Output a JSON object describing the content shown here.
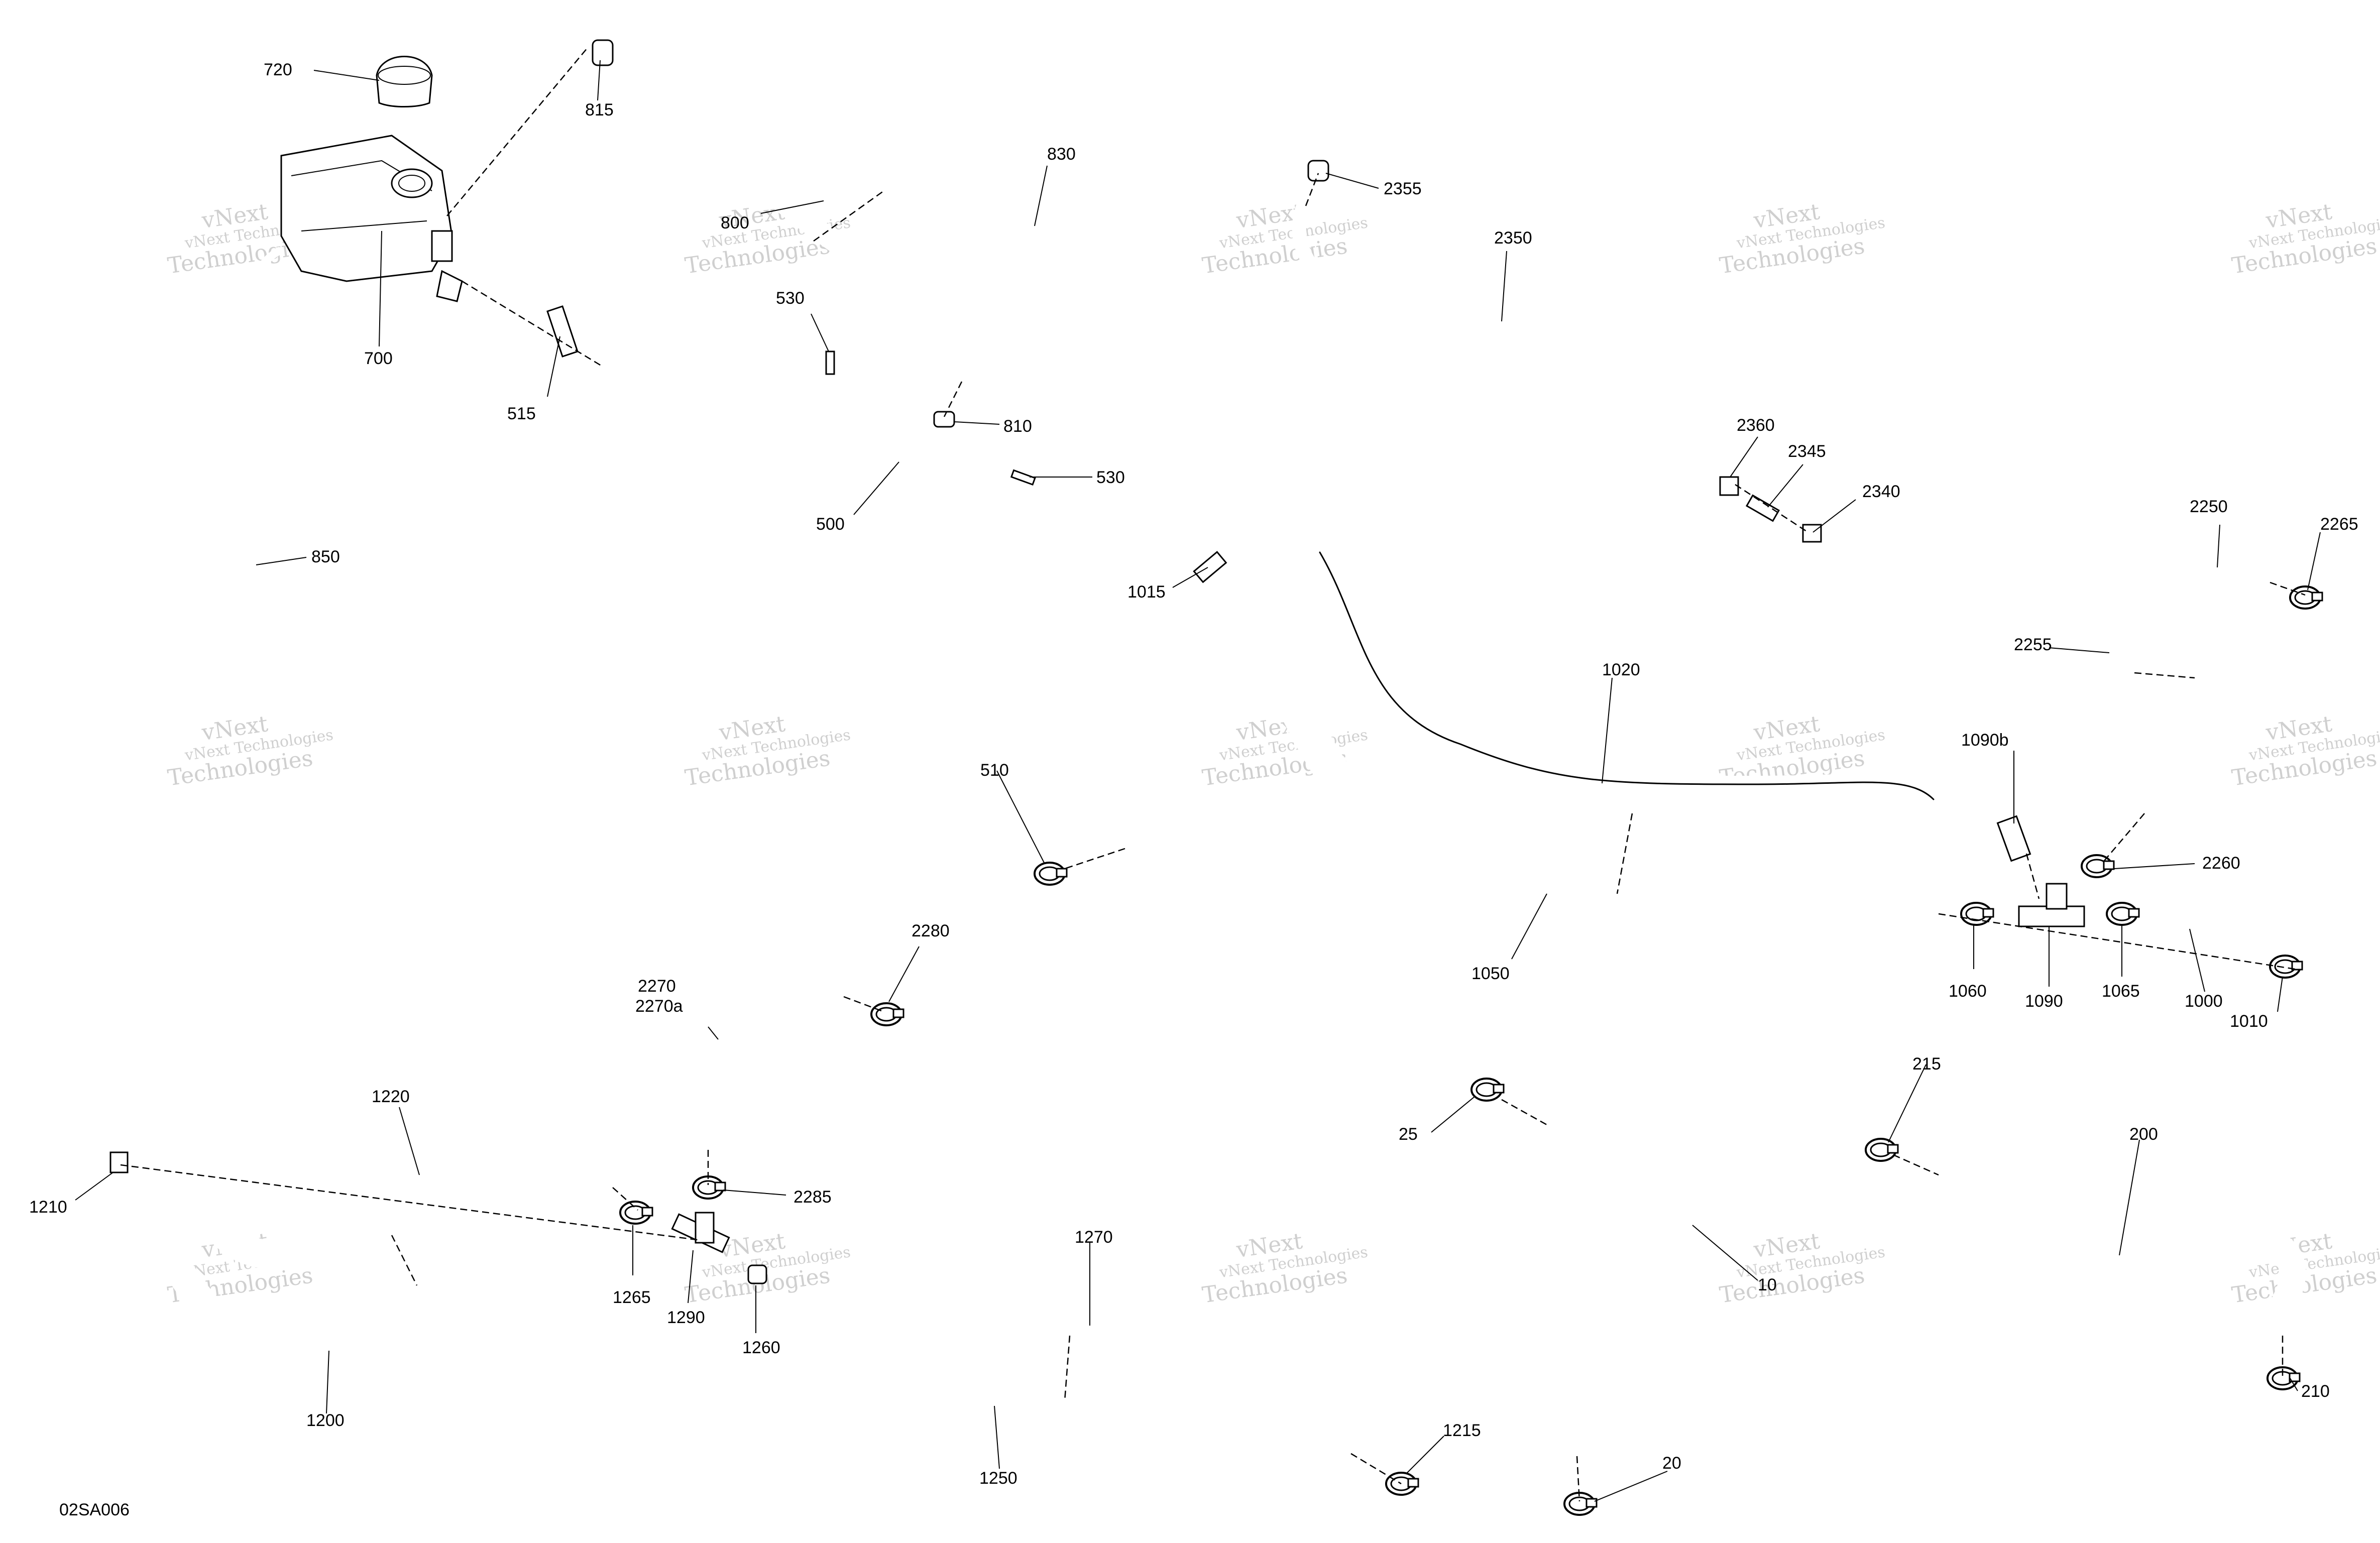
{
  "drawing_code": "02SA006",
  "watermark": {
    "company": "vNext Technologies",
    "tile_a": "vNext",
    "tile_b": "Technologies"
  },
  "parts": {
    "p10": "10",
    "p20": "20",
    "p25": "25",
    "p200": "200",
    "p210": "210",
    "p215": "215",
    "p500": "500",
    "p510": "510",
    "p515": "515",
    "p530a": "530",
    "p530b": "530",
    "p700": "700",
    "p720": "720",
    "p800": "800",
    "p810": "810",
    "p815": "815",
    "p830": "830",
    "p850": "850",
    "p1000": "1000",
    "p1010": "1010",
    "p1015": "1015",
    "p1020": "1020",
    "p1050": "1050",
    "p1060": "1060",
    "p1065": "1065",
    "p1090": "1090",
    "p1090b": "1090b",
    "p1200": "1200",
    "p1210": "1210",
    "p1215": "1215",
    "p1220": "1220",
    "p1250": "1250",
    "p1260": "1260",
    "p1265": "1265",
    "p1270": "1270",
    "p1290": "1290",
    "p2250": "2250",
    "p2255": "2255",
    "p2260": "2260",
    "p2265": "2265",
    "p2270": "2270",
    "p2270a": "2270a",
    "p2280": "2280",
    "p2285": "2285",
    "p2340": "2340",
    "p2345": "2345",
    "p2350": "2350",
    "p2355": "2355",
    "p2360": "2360"
  }
}
